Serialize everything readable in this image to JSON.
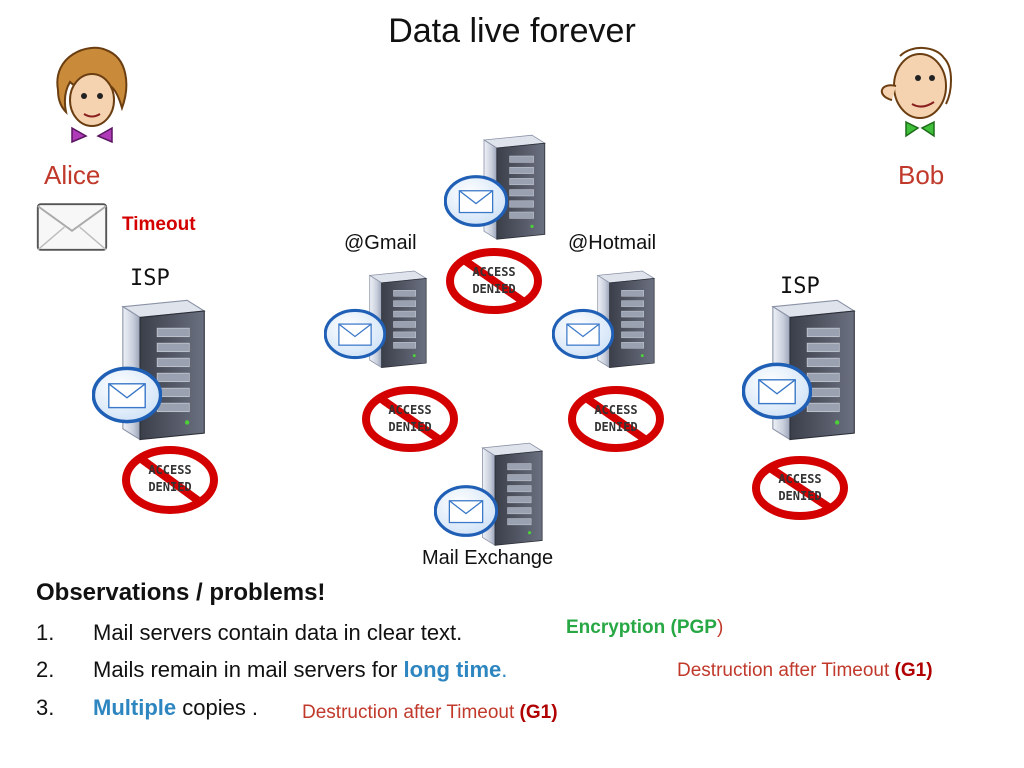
{
  "title": "Data live forever",
  "people": {
    "alice": "Alice",
    "bob": "Bob"
  },
  "timeout_label": "Timeout",
  "isp_left": "ISP",
  "isp_right": "ISP",
  "gmail": "@Gmail",
  "hotmail": "@Hotmail",
  "mail_exchange": "Mail Exchange",
  "stamp": {
    "line1": "ACCESS",
    "line2": "DENIED"
  },
  "observations": {
    "heading": "Observations / problems!",
    "items": [
      {
        "num": "1.",
        "text": "Mail servers contain data in clear text."
      },
      {
        "num": "2.",
        "pre": "Mails remain in mail servers for ",
        "hl": "long time",
        "post": "."
      },
      {
        "num": "3.",
        "hl": "Multiple",
        "post": " copies ."
      }
    ]
  },
  "notes": {
    "encryption_pre": "Encryption (PGP",
    "encryption_post": ")",
    "destruction1_pre": "Destruction after Timeout ",
    "destruction1_code": "(G1)",
    "destruction2_pre": "Destruction after Timeout ",
    "destruction2_code": "(G1)"
  },
  "colors": {
    "person_name": "#c0392b",
    "highlight": "#2e86c1",
    "note_red": "#c0392b",
    "note_green": "#27a844",
    "stamp_red": "#d40000"
  }
}
